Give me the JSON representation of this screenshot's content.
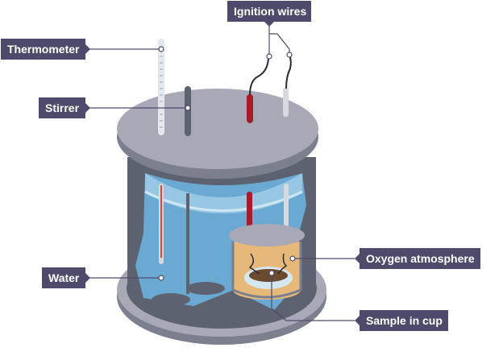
{
  "title": "Bomb calorimeter",
  "labels": {
    "thermometer": "Thermometer",
    "stirrer": "Stirrer",
    "ignition_wires": "Ignition wires",
    "water": "Water",
    "oxygen_atmosphere": "Oxygen atmosphere",
    "sample_in_cup": "Sample in cup"
  },
  "colors": {
    "label_bg": "#4d4a6b",
    "label_text": "#ffffff",
    "lid_top": "#a9a8b7",
    "lid_edge": "#7c7f8e",
    "wall_dark": "#5d6271",
    "water": "#6aaad2",
    "water_light": "#a7d0e8",
    "ignition_red": "#a81c2a",
    "ignition_white": "#d5d9e0",
    "inner_chamber": "#e6b97a",
    "sample": "#6b4a2f"
  }
}
